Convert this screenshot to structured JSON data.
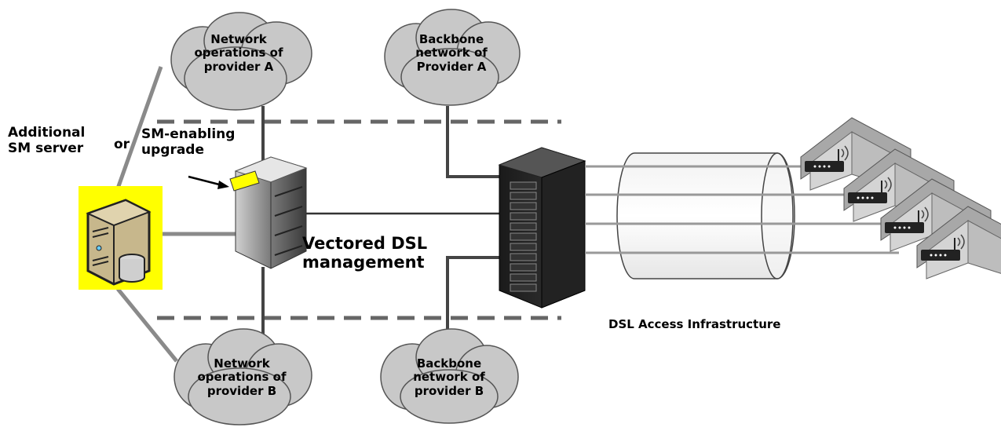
{
  "diagram": {
    "clouds": {
      "ops_a": "Network\noperations of\nprovider A",
      "backbone_a": "Backbone\nnetwork of\nProvider A",
      "ops_b": "Network\noperations of\nprovider B",
      "backbone_b": "Backbone\nnetwork of\nprovider B"
    },
    "labels": {
      "additional_server": "Additional\nSM server",
      "or": "or",
      "sm_upgrade": "SM-enabling\nupgrade",
      "vectored": "Vectored DSL\nmanagement",
      "dsl_access": "DSL Access Infrastructure"
    },
    "colors": {
      "highlight": "#ffff00",
      "line": "#8a8a8a",
      "cloud": "#c8c8c8",
      "dashed": "#666666"
    }
  }
}
